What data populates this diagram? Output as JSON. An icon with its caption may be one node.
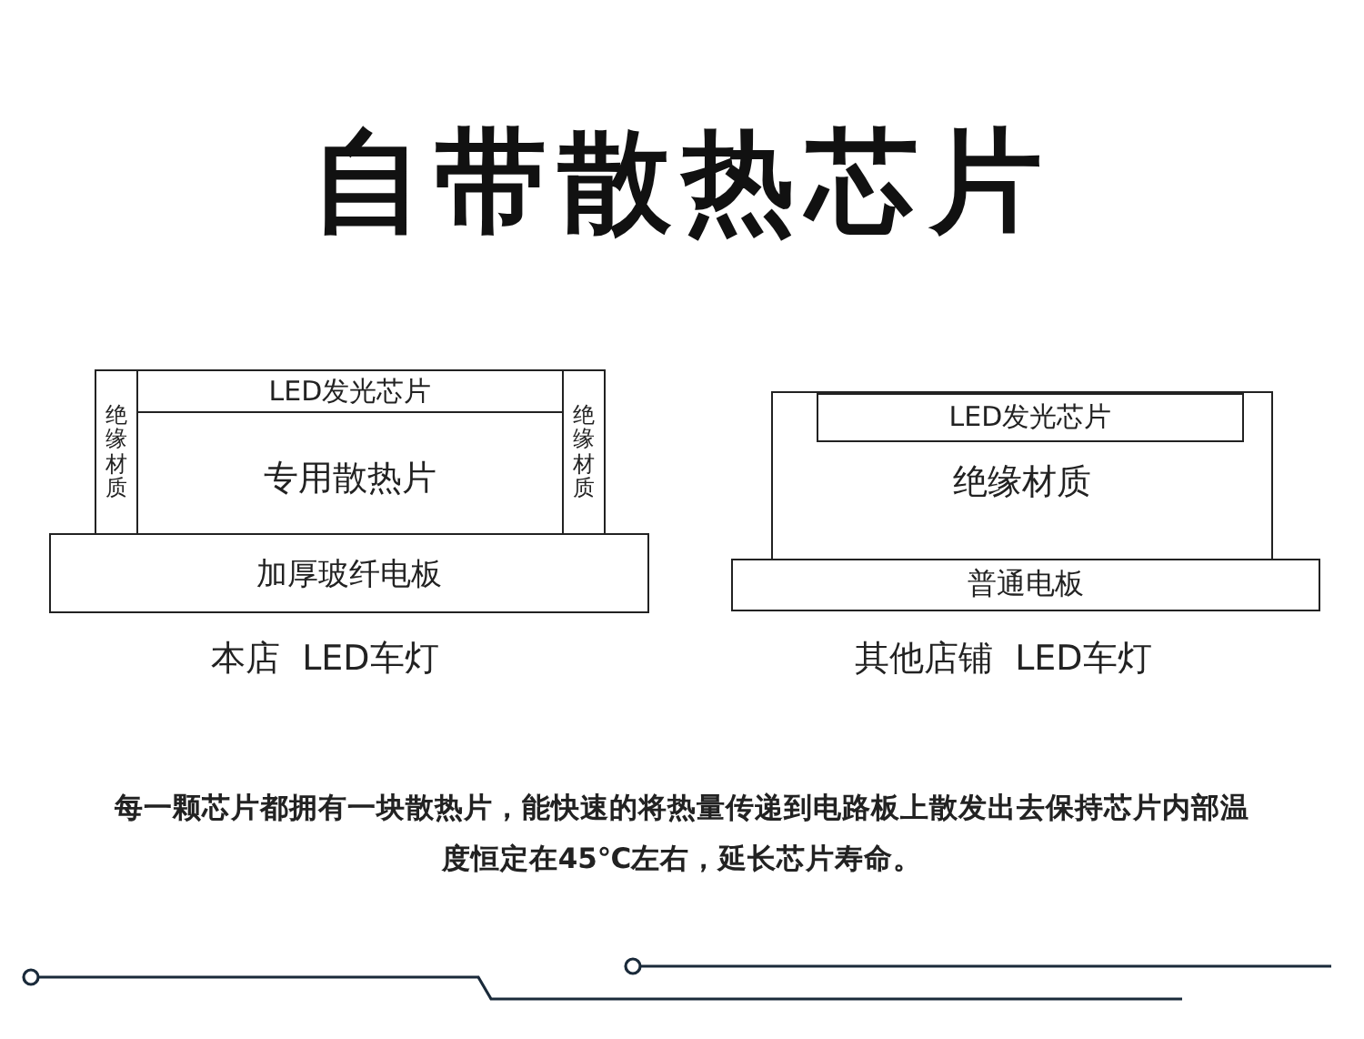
{
  "diagram": {
    "title": "自带散热芯片",
    "nodes": [
      {
        "text": [
          "LED发光芯片"
        ]
      },
      {
        "text": [
          "专用散热片"
        ]
      },
      {
        "text": [
          "绝缘材质"
        ]
      },
      {
        "text": [
          "绝缘材质"
        ]
      },
      {
        "text": [
          "加厚玻纤电板"
        ]
      },
      {
        "text": [
          "绝缘材质"
        ]
      },
      {
        "text": [
          "LED发光芯片"
        ],
        "in": 5
      },
      {
        "text": [
          "普通电板"
        ]
      }
    ],
    "labels": [
      "本店 LED车灯",
      "其他店铺 LED车灯"
    ],
    "caption": "每一颗芯片都拥有一块散热片，能快速的将热量传递到电路板上散发出去保持芯片内部温度恒定在45℃左右，延长芯片寿命。"
  }
}
